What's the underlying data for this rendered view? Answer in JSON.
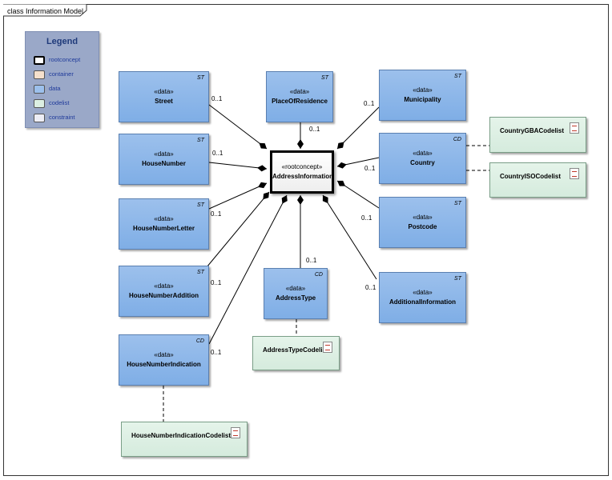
{
  "diagram": {
    "title": "class Information Model"
  },
  "legend": {
    "title": "Legend",
    "items": [
      {
        "label": "rootconcept",
        "color": "#ffffff"
      },
      {
        "label": "container",
        "color": "#f5e0cc"
      },
      {
        "label": "data",
        "color": "#9cc0ec"
      },
      {
        "label": "codelist",
        "color": "#dcefe2"
      },
      {
        "label": "constraint",
        "color": "#ededf5"
      }
    ]
  },
  "root": {
    "stereotype": "«rootconcept»",
    "name": "AddressInformation"
  },
  "classes": [
    {
      "id": "street",
      "stereotype": "«data»",
      "name": "Street",
      "type": "ST",
      "multiplicity": "0..1"
    },
    {
      "id": "houseNumber",
      "stereotype": "«data»",
      "name": "HouseNumber",
      "type": "ST",
      "multiplicity": "0..1"
    },
    {
      "id": "houseNumberLetter",
      "stereotype": "«data»",
      "name": "HouseNumberLetter",
      "type": "ST",
      "multiplicity": "0..1"
    },
    {
      "id": "houseNumberAddition",
      "stereotype": "«data»",
      "name": "HouseNumberAddition",
      "type": "ST",
      "multiplicity": "0..1"
    },
    {
      "id": "houseNumberIndication",
      "stereotype": "«data»",
      "name": "HouseNumberIndication",
      "type": "CD",
      "multiplicity": "0..1"
    },
    {
      "id": "placeOfResidence",
      "stereotype": "«data»",
      "name": "PlaceOfResidence",
      "type": "ST",
      "multiplicity": "0..1"
    },
    {
      "id": "addressType",
      "stereotype": "«data»",
      "name": "AddressType",
      "type": "CD",
      "multiplicity": "0..1"
    },
    {
      "id": "municipality",
      "stereotype": "«data»",
      "name": "Municipality",
      "type": "ST",
      "multiplicity": "0..1"
    },
    {
      "id": "country",
      "stereotype": "«data»",
      "name": "Country",
      "type": "CD",
      "multiplicity": "0..1"
    },
    {
      "id": "postcode",
      "stereotype": "«data»",
      "name": "Postcode",
      "type": "ST",
      "multiplicity": "0..1"
    },
    {
      "id": "additionalInformation",
      "stereotype": "«data»",
      "name": "AdditionalInformation",
      "type": "ST",
      "multiplicity": "0..1"
    }
  ],
  "codelists": [
    {
      "id": "countryGBA",
      "name": "CountryGBACodelist"
    },
    {
      "id": "countryISO",
      "name": "CountryISOCodelist"
    },
    {
      "id": "addressTypeCL",
      "name": "AddressTypeCodelist"
    },
    {
      "id": "houseNumberIndicationCL",
      "name": "HouseNumberIndicationCodelist"
    }
  ]
}
